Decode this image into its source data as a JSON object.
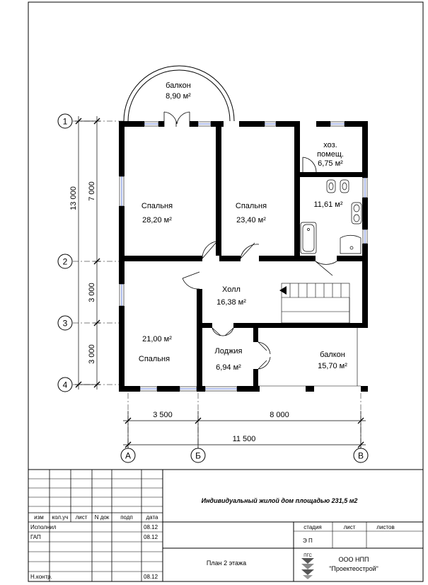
{
  "rooms": {
    "balcony_top": {
      "name": "балкон",
      "area": "8,90 м²"
    },
    "bedroom1": {
      "name": "Спальня",
      "area": "28,20 м²"
    },
    "bedroom2": {
      "name": "Спальня",
      "area": "23,40 м²"
    },
    "utility": {
      "name1": "хоз.",
      "name2": "помещ.",
      "area": "6,75 м²"
    },
    "bathroom": {
      "area": "11,61 м²"
    },
    "hall": {
      "name": "Холл",
      "area": "16,38 м²"
    },
    "bedroom3": {
      "name": "Спальня",
      "area": "21,00 м²"
    },
    "loggia": {
      "name": "Лоджия",
      "area": "6,94 м²"
    },
    "balcony_right": {
      "name": "балкон",
      "area": "15,70 м²"
    }
  },
  "dimensions": {
    "total_vertical": "13 000",
    "upper_vertical": "7 000",
    "mid_vertical": "3 000",
    "lower_vertical": "3 000",
    "left_horizontal": "3 500",
    "right_horizontal": "8 000",
    "total_horizontal": "11 500"
  },
  "axes": {
    "rows": [
      "1",
      "2",
      "3",
      "4"
    ],
    "cols": [
      "А",
      "Б",
      "В"
    ]
  },
  "title_block": {
    "title": "Индивидуальный жилой дом площадью 231,5  м2",
    "headers": [
      "изм",
      "кол.уч",
      "лист",
      "N док",
      "подп",
      "дата"
    ],
    "rows": [
      {
        "role": "Исполнил",
        "date": "08.12"
      },
      {
        "role": "ГАП",
        "date": "08.12"
      },
      {
        "role": "Н.контр.",
        "date": "08.12"
      }
    ],
    "stage_header": "стадия",
    "sheet_header": "лист",
    "sheets_header": "листов",
    "stage_value": "Э П",
    "drawing_name": "План  2  этажа",
    "logo_text": "ПГС",
    "company_line1": "ООО  НПП",
    "company_line2": "\"Проектеострой\""
  }
}
